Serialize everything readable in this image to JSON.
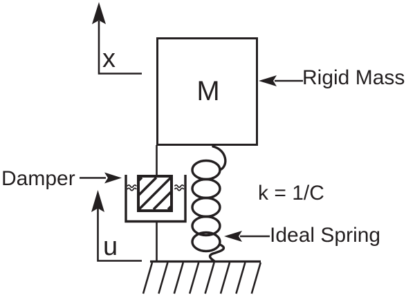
{
  "figure": {
    "colors": {
      "ink": "#231f20",
      "background": "#ffffff"
    },
    "mass": {
      "label": "M"
    },
    "axes": {
      "x_label": "x",
      "u_label": "u"
    },
    "callouts": {
      "damper_label": "Damper",
      "rigid_mass_label": "Rigid Mass",
      "ideal_spring_label": "Ideal Spring"
    },
    "annotations": {
      "spring_constant_label": "k = 1/C"
    }
  }
}
